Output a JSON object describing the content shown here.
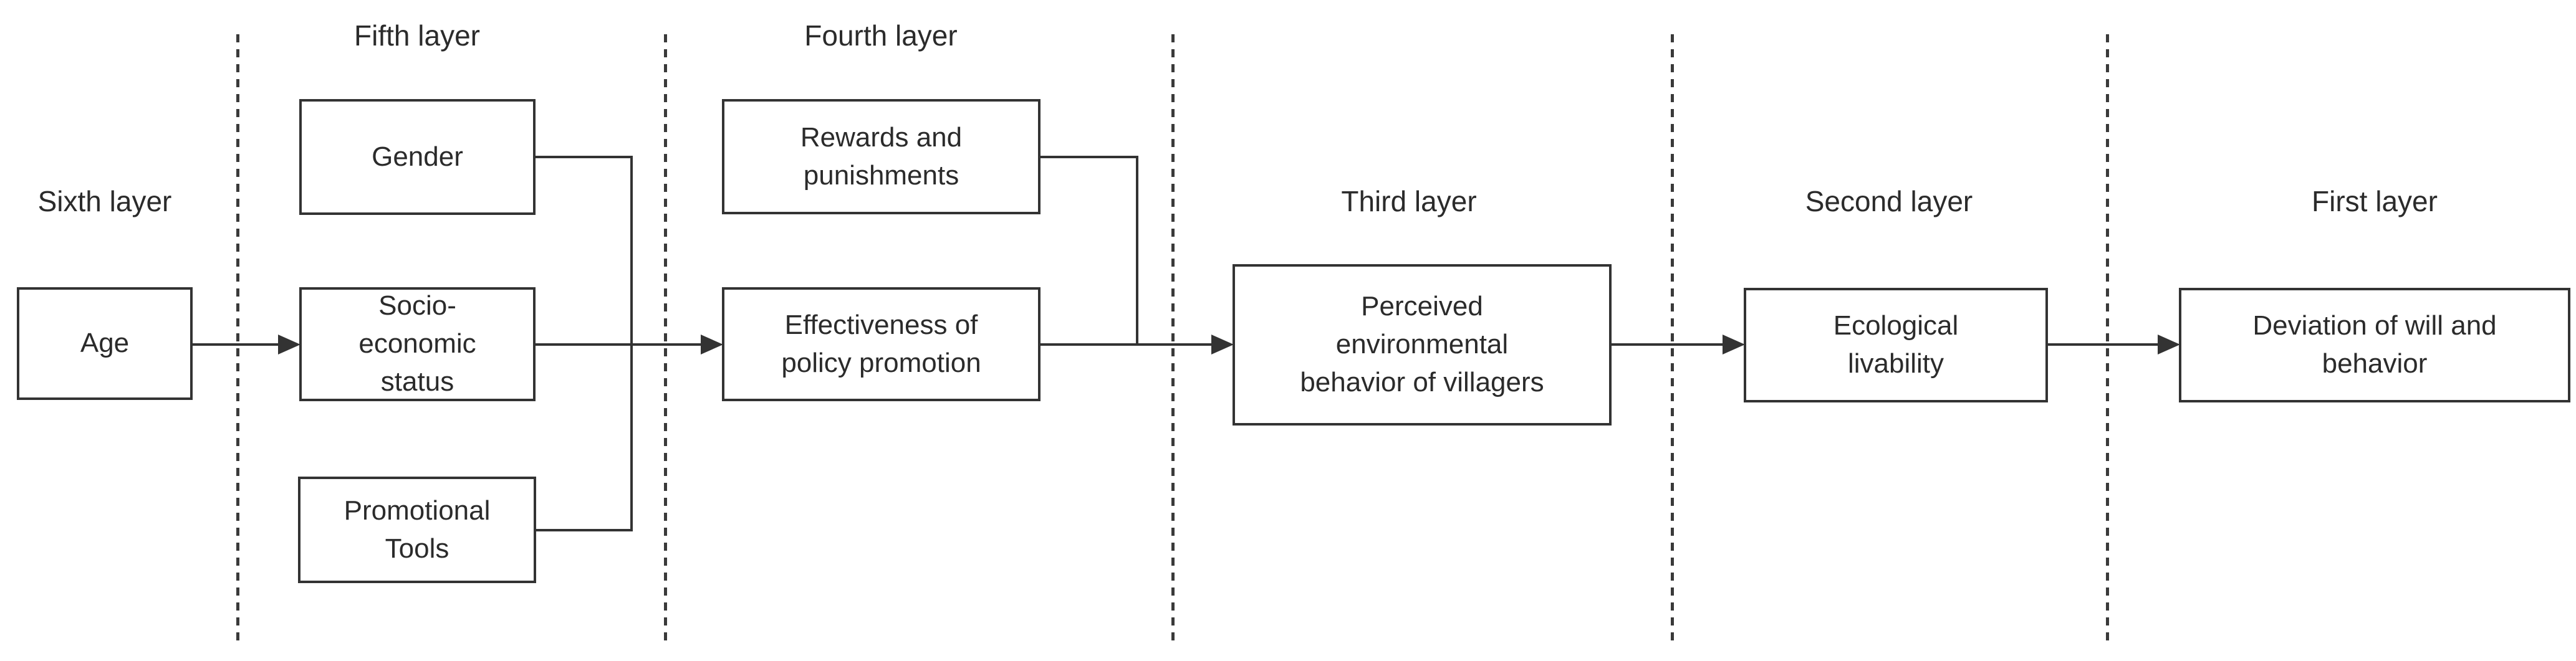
{
  "figure": {
    "type": "flow-diagram",
    "background_color": "#ffffff",
    "line_color": "#333333",
    "text_color": "#2b2b2b",
    "layer_labels": {
      "sixth": "Sixth layer",
      "fifth": "Fifth layer",
      "fourth": "Fourth layer",
      "third": "Third layer",
      "second": "Second layer",
      "first": "First layer"
    },
    "nodes": {
      "age": "Age",
      "gender": "Gender",
      "socioeconomic_status": "Socio-\neconomic\nstatus",
      "promotional_tools": "Promotional\nTools",
      "rewards_and_punishments": "Rewards and\npunishments",
      "effectiveness_of_policy_promotion": "Effectiveness of\npolicy promotion",
      "perceived_environmental_behavior": "Perceived\nenvironmental\nbehavior of villagers",
      "ecological_livability": "Ecological\nlivability",
      "deviation_of_will_and_behavior": "Deviation of will and\nbehavior"
    },
    "edges": [
      {
        "from": "Age",
        "to": "Socio-economic status"
      },
      {
        "from": "Gender",
        "to": "Effectiveness of policy promotion"
      },
      {
        "from": "Socio-economic status",
        "to": "Effectiveness of policy promotion"
      },
      {
        "from": "Promotional Tools",
        "to": "Effectiveness of policy promotion"
      },
      {
        "from": "Rewards and punishments",
        "to": "Perceived environmental behavior of villagers"
      },
      {
        "from": "Effectiveness of policy promotion",
        "to": "Perceived environmental behavior of villagers"
      },
      {
        "from": "Perceived environmental behavior of villagers",
        "to": "Ecological livability"
      },
      {
        "from": "Ecological livability",
        "to": "Deviation of will and behavior"
      }
    ]
  }
}
